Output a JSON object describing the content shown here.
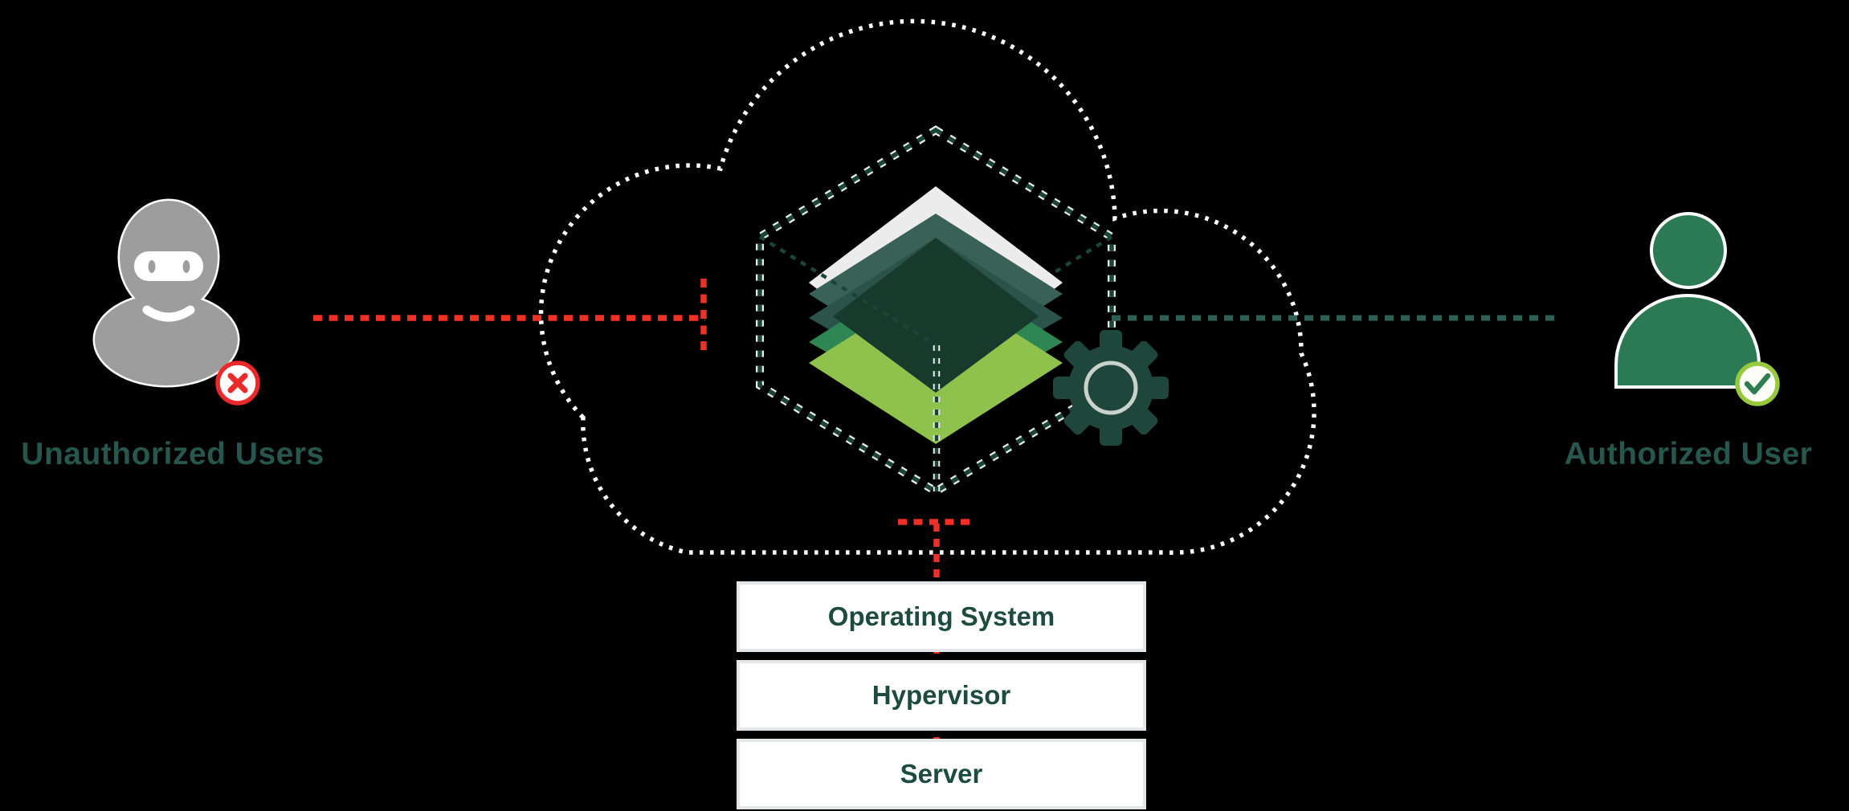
{
  "actors": {
    "unauthorized": {
      "label": "Unauthorized Users",
      "icon": "ninja-user-icon",
      "body_color": "#9d9d9d",
      "badge": "blocked-x-badge",
      "badge_color": "#ea2a28"
    },
    "authorized": {
      "label": "Authorized User",
      "icon": "person-icon",
      "body_color": "#2b7a54",
      "badge": "check-badge",
      "badge_ring_color": "#96c93e",
      "badge_check_color": "#2e7d52"
    }
  },
  "cloud": {
    "icon": "cloud-outline-icon",
    "outline_color": "#ffffff"
  },
  "virtualization": {
    "icon": "layer-stack-icon",
    "wireframe_icon": "hexagon-wireframe-icon",
    "wireframe_color": "#1c453a",
    "layer_colors": [
      "#ececec",
      "#3a6156",
      "#2b5349",
      "#2e8653",
      "#8fc14d",
      "#163a2c"
    ],
    "gear_icon": "gear-icon",
    "gear_color": "#1f463a",
    "gear_ring_color": "#c8d2cb"
  },
  "connections": {
    "unauthorized_line_color": "#ee3124",
    "authorized_line_color": "#2e5f53"
  },
  "stack": {
    "text_color": "#1d4c3e",
    "boxes": [
      {
        "label": "Operating System"
      },
      {
        "label": "Hypervisor"
      },
      {
        "label": "Server"
      }
    ]
  }
}
